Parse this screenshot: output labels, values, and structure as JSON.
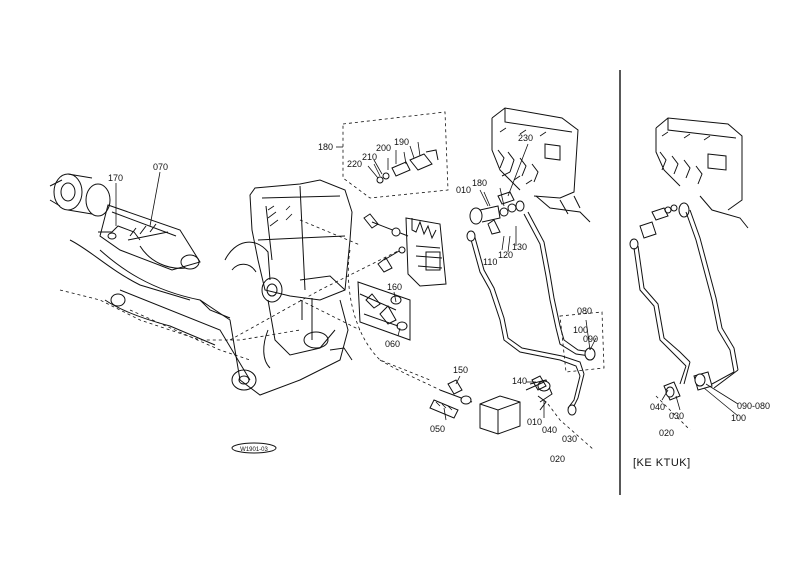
{
  "diagram": {
    "part_labels": {
      "p170": "170",
      "p070": "070",
      "p180_group": "180",
      "p220": "220",
      "p210": "210",
      "p200": "200",
      "p190": "190",
      "p230": "230",
      "p010a": "010",
      "p180b": "180",
      "p110": "110",
      "p120": "120",
      "p130": "130",
      "p160": "160",
      "p060": "060",
      "p080": "080",
      "p100": "100",
      "p090": "090",
      "p150": "150",
      "p140": "140",
      "p050": "050",
      "p010b": "010",
      "p040": "040",
      "p030": "030",
      "p020": "020",
      "r040": "040",
      "r030": "030",
      "r020": "020",
      "r090_080": "090-080",
      "r100": "100"
    },
    "figure_code": "W1901-03",
    "variant_caption": "[KE KTUK]"
  }
}
